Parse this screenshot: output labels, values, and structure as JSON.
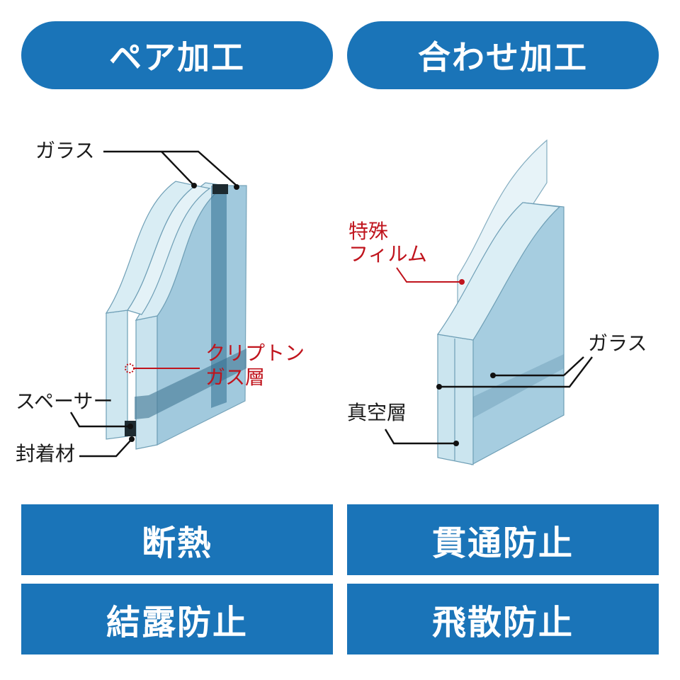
{
  "headers": {
    "left": "ペア加工",
    "right": "合わせ加工"
  },
  "pair": {
    "glass": "ガラス",
    "gas_line1": "クリプトン",
    "gas_line2": "ガス層",
    "spacer": "スペーサー",
    "sealant": "封着材"
  },
  "laminated": {
    "film_line1": "特殊",
    "film_line2": "フィルム",
    "glass": "ガラス",
    "vacuum": "真空層"
  },
  "features": {
    "left": [
      "断熱",
      "結露防止"
    ],
    "right": [
      "貫通防止",
      "飛散防止"
    ]
  },
  "colors": {
    "brand_blue": "#1a74b8",
    "accent_red": "#c0141d",
    "glass_blue": "#a9cfe0"
  }
}
